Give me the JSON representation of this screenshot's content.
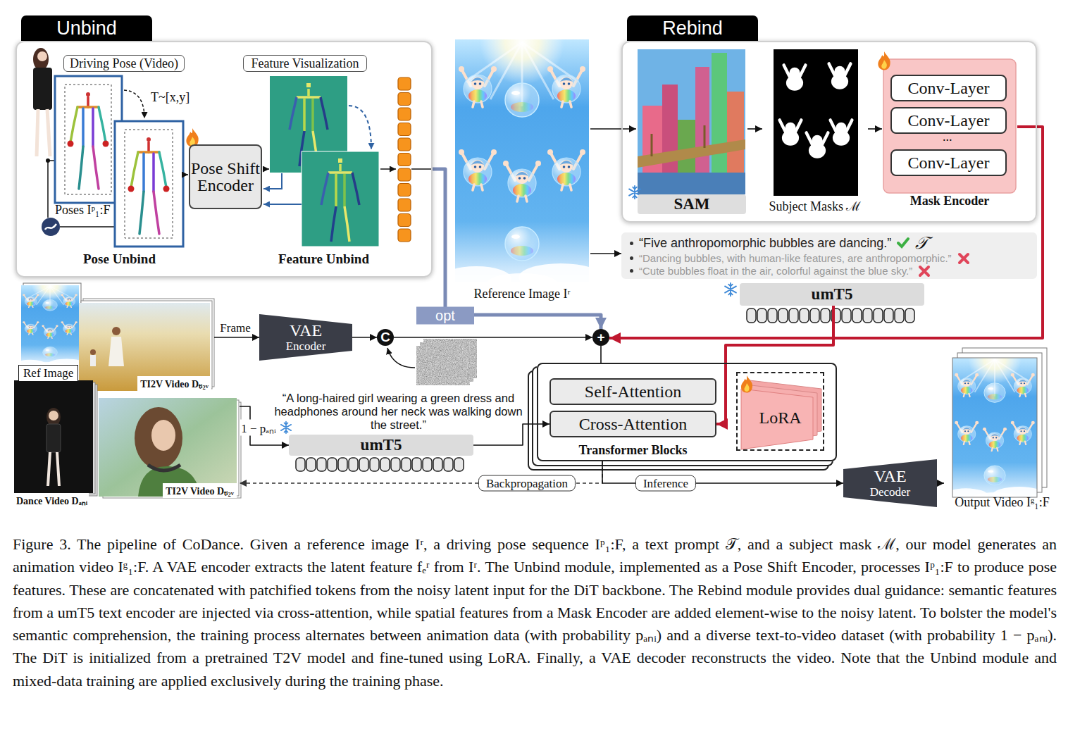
{
  "diagram": {
    "caption": "Figure 3. The pipeline of CoDance. Given a reference image Iʳ, a driving pose sequence Iᵖ₁:F, a text prompt 𝒯, and a subject mask ℳ, our model generates an animation video Iᵍ₁:F. A VAE encoder extracts the latent feature fₑʳ from Iʳ. The Unbind module, implemented as a Pose Shift Encoder, processes Iᵖ₁:F to produce pose features. These are concatenated with patchified tokens from the noisy latent input for the DiT backbone. The Rebind module provides dual guidance: semantic features from a umT5 text encoder are injected via cross-attention, while spatial features from a Mask Encoder are added element-wise to the noisy latent. To bolster the model's semantic comprehension, the training process alternates between animation data (with probability pₐₙᵢ) and a diverse text-to-video dataset (with probability 1 − pₐₙᵢ). The DiT is initialized from a pretrained T2V model and fine-tuned using LoRA. Finally, a VAE decoder reconstructs the video. Note that the Unbind module and mixed-data training are applied exclusively during the training phase.",
    "nodes": [
      {
        "text": [
          "Unbind"
        ]
      },
      {
        "text": [
          "Driving Pose (Video)"
        ],
        "in": 0
      },
      {
        "text": [
          "Feature Visualization"
        ],
        "in": 0
      },
      {
        "text": [
          "Pose Shift Encoder"
        ],
        "in": 0
      },
      {
        "text": [
          "Rebind"
        ]
      },
      {
        "text": [
          "SAM"
        ],
        "in": 4
      },
      {
        "text": [
          "Subject Masks ℳ"
        ],
        "in": 4
      },
      {
        "text": [
          "Mask Encoder"
        ],
        "in": 4
      },
      {
        "text": [
          "Conv-Layer"
        ],
        "in": 7
      },
      {
        "text": [
          "Conv-Layer"
        ],
        "in": 7
      },
      {
        "text": [
          "Conv-Layer"
        ],
        "in": 7
      },
      {
        "text": [
          "“Five anthropomorphic bubbles are dancing.”",
          "“Dancing bubbles, with human-like features, are anthropomorphic.”",
          "“Cute bubbles float in the air, colorful against the blue sky.”"
        ]
      },
      {
        "text": [
          "umT5"
        ]
      },
      {
        "text": [
          "Reference Image Iʳ"
        ]
      },
      {
        "text": [
          "TI2V Video Dₜᵢ₂ᵥ"
        ]
      },
      {
        "text": [
          "Dance Video Dₐₙᵢ"
        ]
      },
      {
        "text": [
          "TI2V Video Dₜᵢ₂ᵥ"
        ]
      },
      {
        "text": [
          "VAE",
          "Encoder"
        ]
      },
      {
        "text": [
          "C"
        ]
      },
      {
        "text": [
          "+"
        ]
      },
      {
        "text": [
          "umT5"
        ]
      },
      {
        "text": [
          "Transformer Blocks"
        ]
      },
      {
        "text": [
          "Self-Attention"
        ],
        "in": 21
      },
      {
        "text": [
          "Cross-Attention"
        ],
        "in": 21
      },
      {
        "text": [
          "LoRA"
        ],
        "in": 21
      },
      {
        "text": [
          "VAE",
          "Decoder"
        ]
      },
      {
        "text": [
          "Output Video Iᵍ₁:F"
        ]
      }
    ],
    "edges": [
      {
        "from": 13,
        "to": 5,
        "arrow": "to"
      },
      {
        "from": 5,
        "to": 6,
        "arrow": "to"
      },
      {
        "from": 6,
        "to": 7,
        "arrow": "to"
      },
      {
        "from": 7,
        "to": 19,
        "arrow": "to"
      },
      {
        "from": 13,
        "to": 11,
        "arrow": "to"
      },
      {
        "from": 12,
        "to": 23,
        "arrow": "to"
      },
      {
        "from": 0,
        "to": 19,
        "label": "opt",
        "arrow": "to"
      },
      {
        "from": 14,
        "to": 17,
        "label": "Frame",
        "arrow": "to"
      },
      {
        "from": 17,
        "to": 18,
        "arrow": "to"
      },
      {
        "from": 18,
        "to": 19,
        "arrow": "to"
      },
      {
        "from": 19,
        "to": 21,
        "arrow": "none"
      },
      {
        "from": 20,
        "to": 23,
        "arrow": "to"
      },
      {
        "from": 16,
        "to": 20,
        "label": "1 − pₐₙᵢ",
        "arrow": "to"
      },
      {
        "from": 21,
        "to": 16,
        "label": "Backpropagation",
        "arrow": "to"
      },
      {
        "from": 21,
        "to": 25,
        "label": "Inference",
        "arrow": "to"
      },
      {
        "from": 25,
        "to": 26,
        "arrow": "to"
      }
    ],
    "labels": [
      "T~[x,y]",
      "Poses Iᵖ₁:F",
      "Pose Unbind",
      "Feature Unbind",
      "...",
      "𝒯",
      "Ref Image",
      "“A long-haired girl wearing a green dress and headphones around her neck was walking down the street.”"
    ]
  }
}
